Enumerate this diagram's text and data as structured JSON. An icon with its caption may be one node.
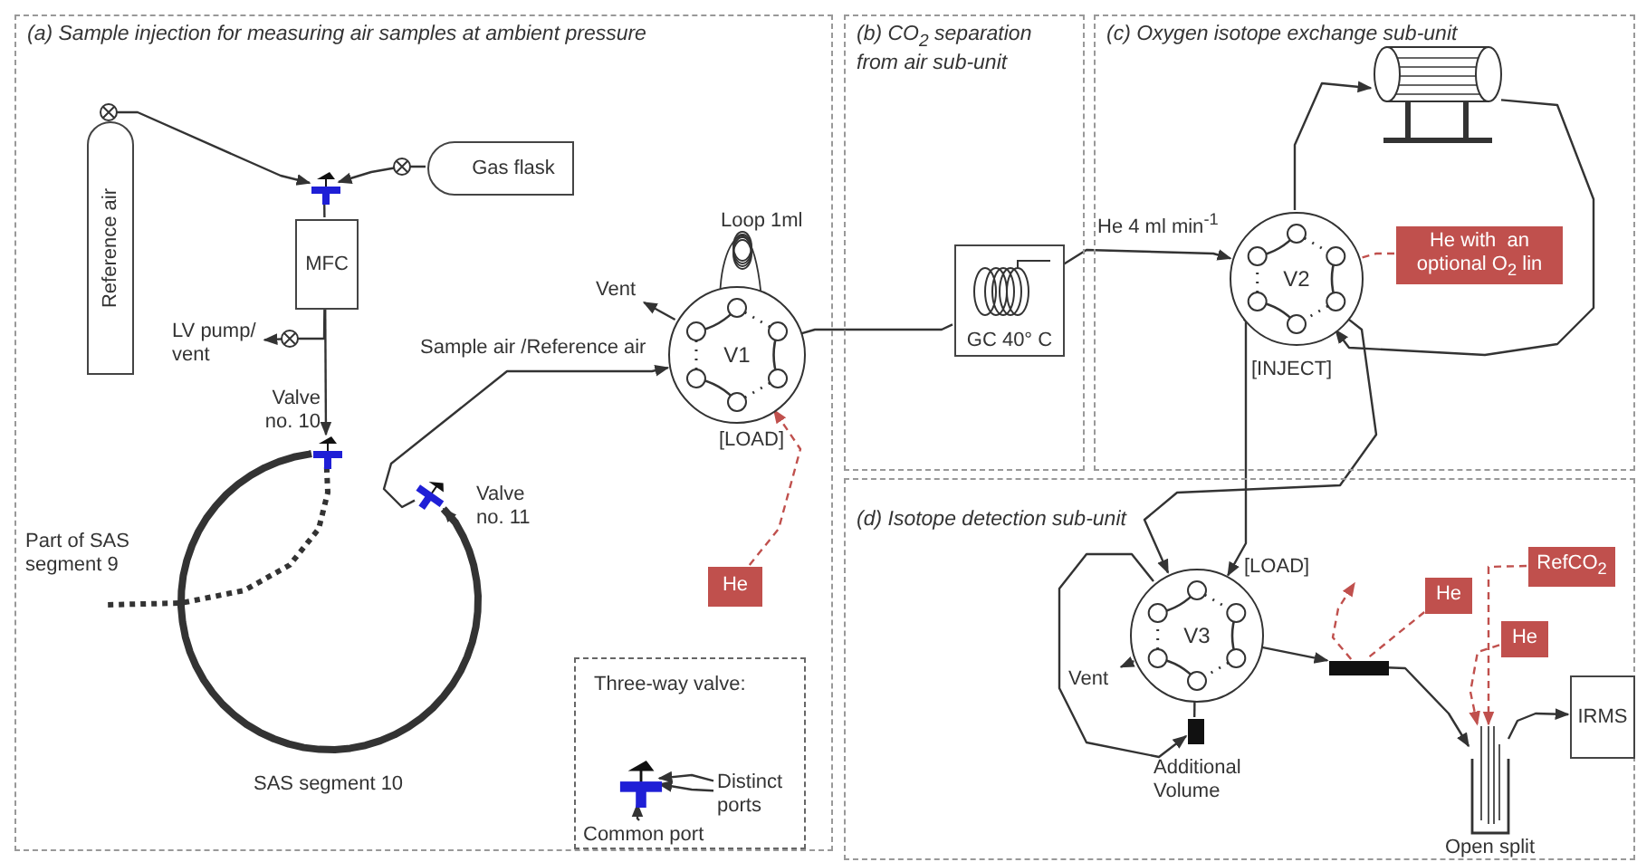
{
  "diagram": {
    "nodes": [
      {
        "text": [
          "(a) Sample injection for measuring air samples at ambient pressure"
        ]
      },
      {
        "text": [
          "(b) CO$_{2}$ separation from air sub-unit"
        ]
      },
      {
        "text": [
          "(c) Oxygen isotope  exchange sub-unit"
        ]
      },
      {
        "text": [
          "(d) Isotope detection sub-unit"
        ]
      },
      {
        "text": [
          "Reference air"
        ],
        "in": 0
      },
      {
        "text": [
          "Gas flask"
        ],
        "in": 0
      },
      {
        "text": [],
        "shape": "valve",
        "in": 0
      },
      {
        "text": [
          "MFC"
        ],
        "in": 0
      },
      {
        "text": [
          "LV pump/ vent"
        ],
        "in": 0
      },
      {
        "text": [],
        "shape": "valve",
        "beside": [
          "Valve no. 10"
        ],
        "in": 0
      },
      {
        "text": [],
        "shape": "valve",
        "beside": [
          "Valve no. 11"
        ],
        "in": 0
      },
      {
        "text": [
          "V1"
        ],
        "beside": [
          "[LOAD]"
        ],
        "in": 0
      },
      {
        "text": [
          "Vent"
        ],
        "in": 0
      },
      {
        "text": [
          "He"
        ],
        "in": 0
      },
      {
        "text": [
          "Three-way valve:"
        ],
        "in": 0
      },
      {
        "text": [],
        "shape": "valve",
        "in": 14
      },
      {
        "text": [
          "Distinct ports"
        ],
        "in": 14
      },
      {
        "text": [
          "Common port"
        ],
        "in": 14
      },
      {
        "text": [
          "GC 40° C"
        ],
        "in": 1
      },
      {
        "text": [
          "V2"
        ],
        "beside": [
          "[INJECT]"
        ],
        "in": 2
      },
      {
        "text": [],
        "shape": "cylinder",
        "in": 2
      },
      {
        "text": [
          "He with  an optional O$_{2}$ lin"
        ],
        "in": 2
      },
      {
        "text": [
          "V3"
        ],
        "beside": [
          "[LOAD]"
        ],
        "in": 3
      },
      {
        "text": [
          "Vent"
        ],
        "in": 3
      },
      {
        "text": [],
        "shape": "bar",
        "beside": [
          "Additional Volume"
        ],
        "in": 3
      },
      {
        "text": [],
        "shape": "bar",
        "in": 3
      },
      {
        "text": [
          "He"
        ],
        "in": 3
      },
      {
        "text": [
          "RefCO$_{2}$"
        ],
        "in": 3
      },
      {
        "text": [
          "He"
        ],
        "in": 3
      },
      {
        "text": [],
        "shape": "tube",
        "beside": [
          "Open split"
        ],
        "in": 3
      },
      {
        "text": [
          "IRMS"
        ],
        "in": 3
      }
    ],
    "edges": [
      {
        "from": 4,
        "to": 6,
        "arrow": "to"
      },
      {
        "from": 5,
        "to": 6,
        "arrow": "to"
      },
      {
        "from": 6,
        "to": 7,
        "arrow": "none"
      },
      {
        "from": 7,
        "to": 9,
        "arrow": "to"
      },
      {
        "from": 7,
        "to": 8,
        "arrow": "to"
      },
      {
        "from": 9,
        "to": 10,
        "arrow": "to",
        "label": "SAS segment 10",
        "style": "thick"
      },
      {
        "from": 9,
        "to": null,
        "arrow": "none",
        "label": "Part of SAS segment 9",
        "style": "dashed"
      },
      {
        "from": 10,
        "to": 11,
        "arrow": "to",
        "label": "Sample air /Reference air"
      },
      {
        "from": 11,
        "to": 12,
        "arrow": "to"
      },
      {
        "from": 13,
        "to": 11,
        "arrow": "to",
        "style": "dashed",
        "color": "#c0504d"
      },
      {
        "from": 16,
        "to": 15,
        "arrow": "to"
      },
      {
        "from": 16,
        "to": 15,
        "arrow": "to"
      },
      {
        "from": 17,
        "to": 15,
        "arrow": "to"
      },
      {
        "from": 11,
        "to": 18,
        "arrow": "none"
      },
      {
        "from": 18,
        "to": 19,
        "arrow": "to",
        "label": "He 4 ml  min$^{-1}$"
      },
      {
        "from": 19,
        "to": 20,
        "arrow": "to"
      },
      {
        "from": 20,
        "to": 19,
        "arrow": "to"
      },
      {
        "from": 21,
        "to": 19,
        "arrow": "none",
        "style": "dashed",
        "color": "#c0504d"
      },
      {
        "from": 19,
        "to": 22,
        "arrow": "to"
      },
      {
        "from": 19,
        "to": 22,
        "arrow": "to"
      },
      {
        "from": 22,
        "to": 23,
        "arrow": "to"
      },
      {
        "from": 22,
        "to": 24,
        "arrow": "none"
      },
      {
        "from": 22,
        "to": 24,
        "arrow": "to"
      },
      {
        "from": 22,
        "to": 25,
        "arrow": "to"
      },
      {
        "from": 26,
        "to": 25,
        "arrow": "none",
        "style": "dashed",
        "color": "#c0504d"
      },
      {
        "from": 25,
        "to": null,
        "arrow": "to",
        "style": "dashed",
        "color": "#c0504d"
      },
      {
        "from": 25,
        "to": 29,
        "arrow": "to"
      },
      {
        "from": 27,
        "to": 29,
        "arrow": "to",
        "style": "dashed",
        "color": "#c0504d"
      },
      {
        "from": 28,
        "to": 29,
        "arrow": "to",
        "style": "dashed",
        "color": "#c0504d"
      },
      {
        "from": 29,
        "to": 30,
        "arrow": "to"
      }
    ],
    "labels": [
      "Loop 1ml"
    ]
  }
}
